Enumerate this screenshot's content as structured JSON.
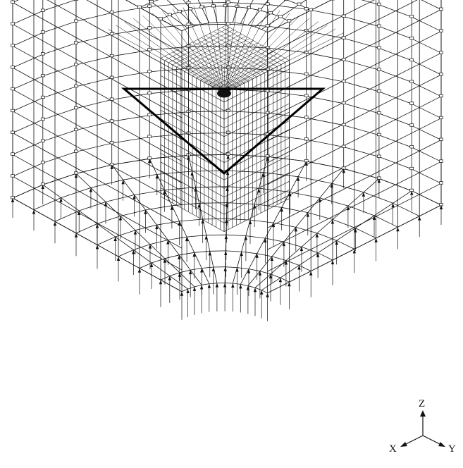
{
  "figure": {
    "type": "3d finite element wireframe mesh",
    "description_hidden": "",
    "background_color": "#ffffff",
    "line_color": "#111111",
    "highlight_triangle_color": "#000000"
  },
  "axis_triad": {
    "z_label": "Z",
    "x_label": "X",
    "y_label": "Y"
  }
}
